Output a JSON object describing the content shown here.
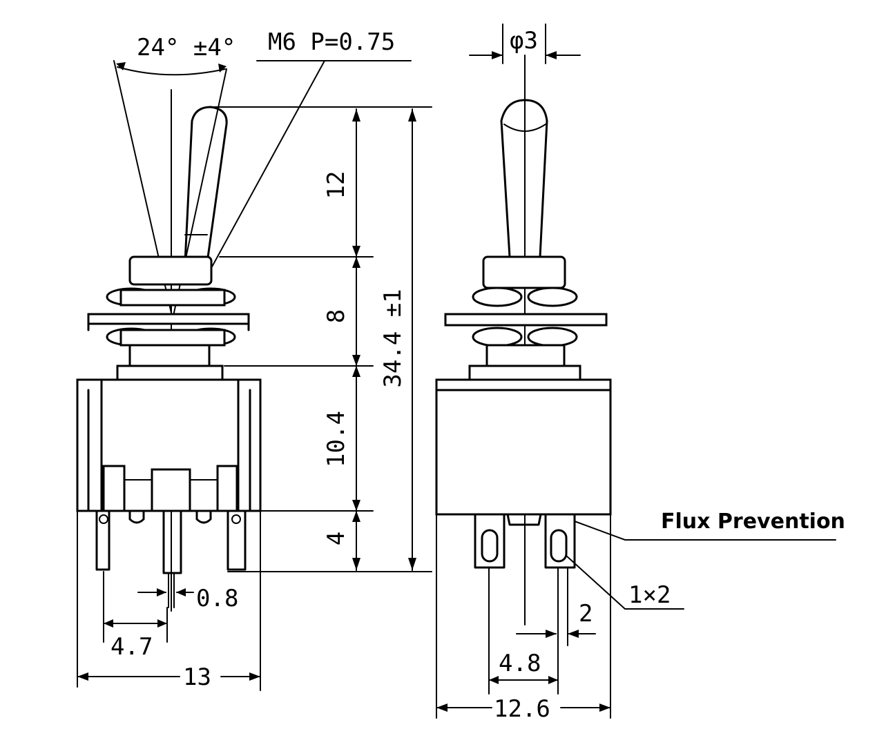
{
  "labels": {
    "angle": "24° ±4°",
    "thread": "M6 P=0.75",
    "diameter": "φ3",
    "dim_12": "12",
    "dim_8": "8",
    "dim_total": "34.4 ±1",
    "dim_10_4": "10.4",
    "dim_4": "4",
    "dim_0_8": "0.8",
    "dim_4_7": "4.7",
    "dim_13": "13",
    "flux": "Flux Prevention",
    "pin_size": "1×2",
    "dim_2": "2",
    "dim_4_8": "4.8",
    "dim_12_6": "12.6"
  }
}
